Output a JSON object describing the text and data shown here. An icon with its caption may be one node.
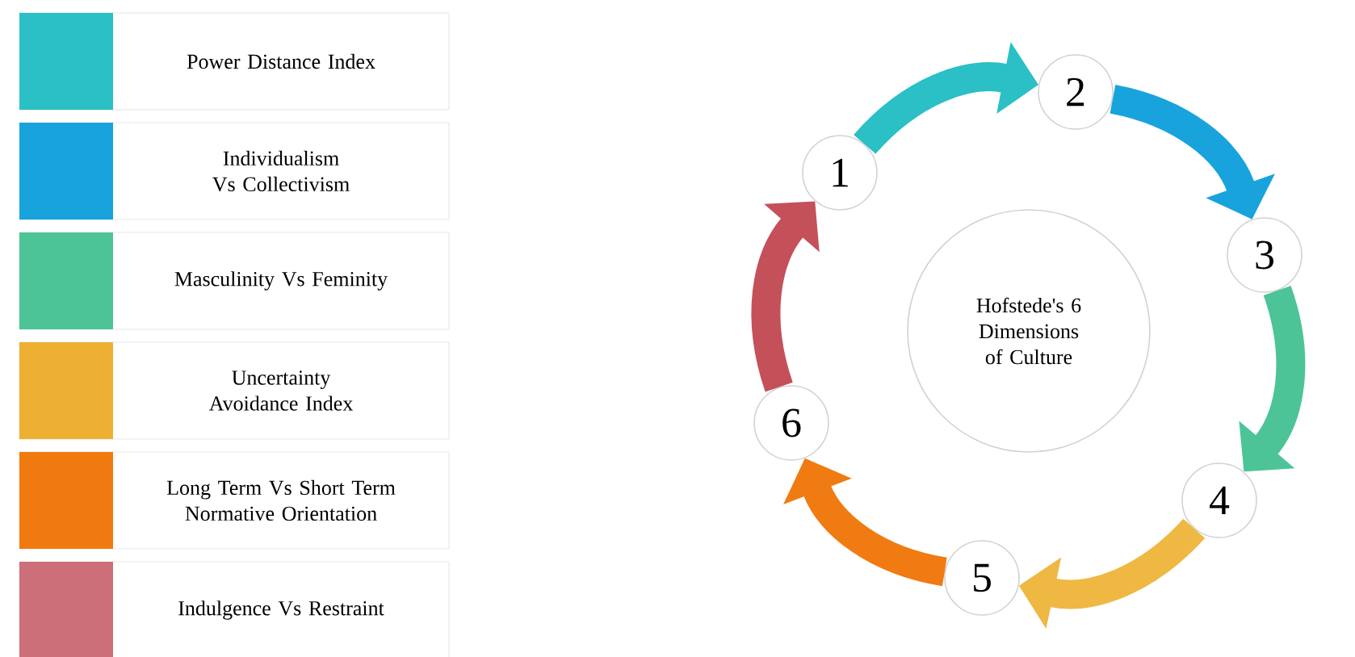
{
  "diagram": {
    "nodes": [
      {
        "text": [
          "Hofstede's 6 Dimensions of Culture"
        ]
      },
      {
        "text": [
          "1"
        ]
      },
      {
        "text": [
          "2"
        ]
      },
      {
        "text": [
          "3"
        ]
      },
      {
        "text": [
          "4"
        ]
      },
      {
        "text": [
          "5"
        ]
      },
      {
        "text": [
          "6"
        ]
      }
    ],
    "edges": [
      {
        "from": 1,
        "to": 2,
        "arrow": "to",
        "color": "#2bbfc6"
      },
      {
        "from": 2,
        "to": 3,
        "arrow": "to",
        "color": "#18a3dd"
      },
      {
        "from": 3,
        "to": 4,
        "arrow": "to",
        "color": "#4cc497"
      },
      {
        "from": 4,
        "to": 5,
        "arrow": "to",
        "color": "#efb843"
      },
      {
        "from": 5,
        "to": 6,
        "arrow": "to",
        "color": "#f07b12"
      },
      {
        "from": 6,
        "to": 1,
        "arrow": "to",
        "color": "#c4505a"
      }
    ],
    "legend": [
      {
        "text": "Power Distance Index",
        "color": "#2bbfc6"
      },
      {
        "text": "Individualism Vs Collectivism",
        "color": "#18a3dd"
      },
      {
        "text": "Masculinity Vs Feminity",
        "color": "#4cc497"
      },
      {
        "text": "Uncertainty Avoidance Index",
        "color": "#eeb032"
      },
      {
        "text": "Long Term Vs Short Term Normative Orientation",
        "color": "#f07a0f"
      },
      {
        "text": "Indulgence Vs Restraint",
        "color": "#cc6f78"
      }
    ]
  }
}
